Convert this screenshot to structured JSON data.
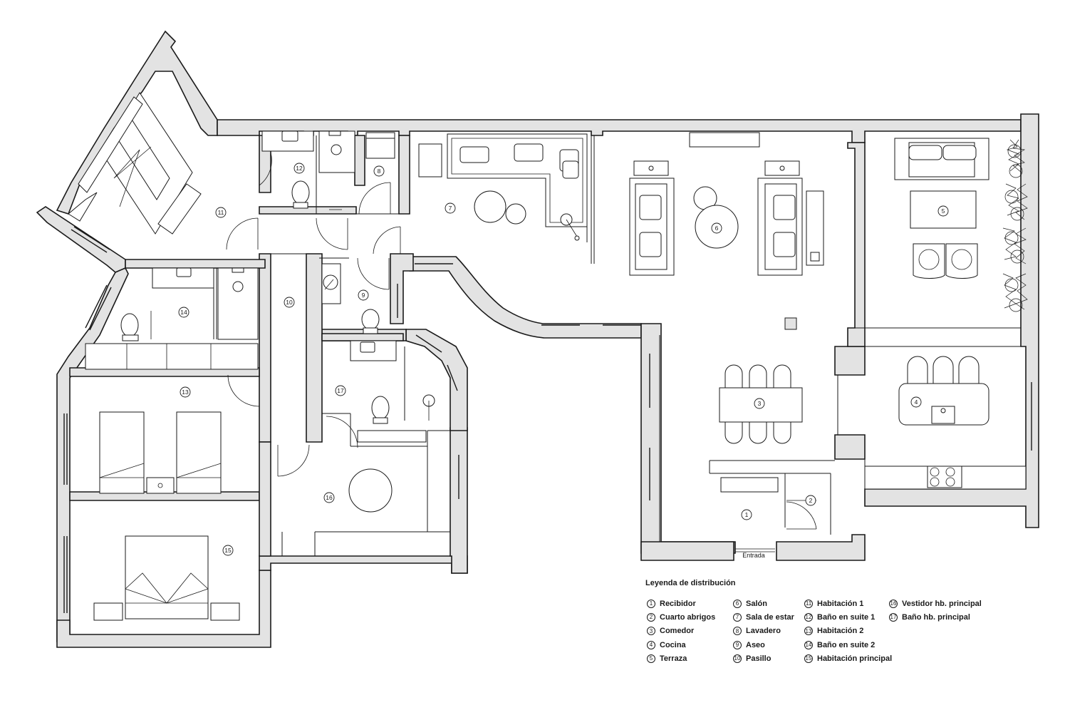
{
  "plan": {
    "entrance_label": "Entrada",
    "room_markers": [
      {
        "n": "1"
      },
      {
        "n": "2"
      },
      {
        "n": "3"
      },
      {
        "n": "4"
      },
      {
        "n": "5"
      },
      {
        "n": "6"
      },
      {
        "n": "7"
      },
      {
        "n": "8"
      },
      {
        "n": "9"
      },
      {
        "n": "10"
      },
      {
        "n": "11"
      },
      {
        "n": "12"
      },
      {
        "n": "13"
      },
      {
        "n": "14"
      },
      {
        "n": "15"
      },
      {
        "n": "16"
      },
      {
        "n": "17"
      }
    ]
  },
  "legend": {
    "title": "Leyenda de distribución",
    "columns": [
      [
        {
          "n": "1",
          "label": "Recibidor"
        },
        {
          "n": "2",
          "label": "Cuarto abrigos"
        },
        {
          "n": "3",
          "label": "Comedor"
        },
        {
          "n": "4",
          "label": "Cocina"
        },
        {
          "n": "5",
          "label": "Terraza"
        }
      ],
      [
        {
          "n": "6",
          "label": "Salón"
        },
        {
          "n": "7",
          "label": "Sala de estar"
        },
        {
          "n": "8",
          "label": "Lavadero"
        },
        {
          "n": "9",
          "label": "Aseo"
        },
        {
          "n": "10",
          "label": "Pasillo"
        }
      ],
      [
        {
          "n": "11",
          "label": "Habitación 1"
        },
        {
          "n": "12",
          "label": "Baño en suite 1"
        },
        {
          "n": "13",
          "label": "Habitación 2"
        },
        {
          "n": "14",
          "label": "Baño en suite 2"
        },
        {
          "n": "15",
          "label": "Habitación principal"
        }
      ],
      [
        {
          "n": "16",
          "label": "Vestidor hb. principal"
        },
        {
          "n": "17",
          "label": "Baño hb. principal"
        }
      ]
    ]
  },
  "colors": {
    "wall_fill": "#e3e3e3",
    "line": "#1a1a1a",
    "background": "#ffffff"
  }
}
